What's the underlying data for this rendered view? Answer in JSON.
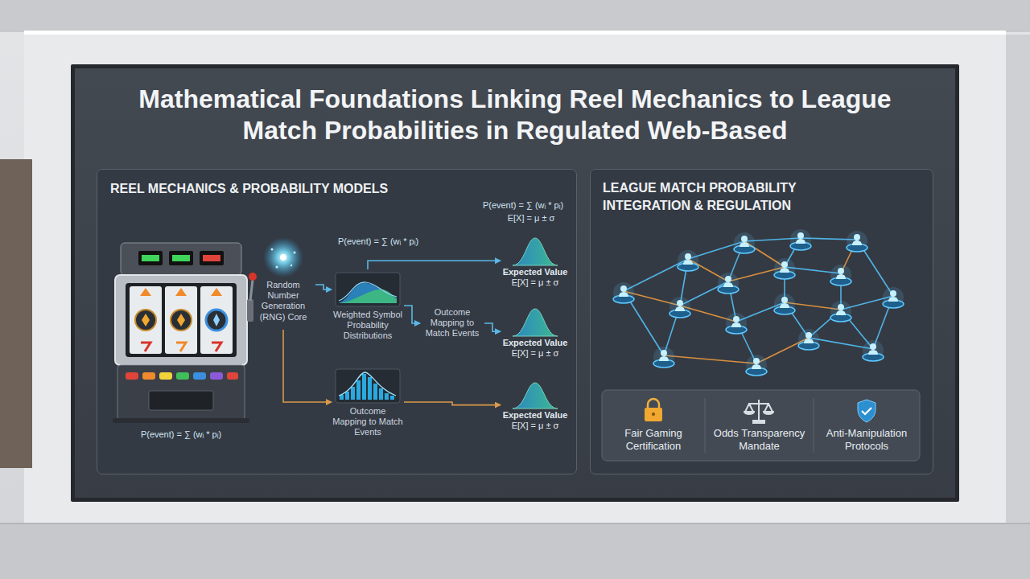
{
  "diagram": {
    "title": "Mathematical Foundations Linking Reel Mechanics to League Match Probabilities in Regulated Web-Based",
    "nodes": [
      {
        "text": [
          "REEL MECHANICS & PROBABILITY MODELS"
        ]
      },
      {
        "text": [
          "LEAGUE MATCH PROBABILITY INTEGRATION & REGULATION"
        ]
      },
      {
        "text": [
          "Random Number Generation (RNG) Core"
        ],
        "in": 0
      },
      {
        "text": [
          "Weighted Symbol Probability Distributions"
        ],
        "in": 0
      },
      {
        "text": [
          "Outcome Mapping to Match Events"
        ],
        "in": 0
      },
      {
        "text": [
          "Outcome Mapping to Match Events"
        ],
        "in": 0
      },
      {
        "text": [
          "Expected Value",
          "E[X] = μ ± σ"
        ],
        "in": 0
      },
      {
        "text": [
          "Expected Value",
          "E[X] = μ ± σ"
        ],
        "in": 0
      },
      {
        "text": [
          "Expected Value",
          "E[X] = μ ± σ"
        ],
        "in": 0
      },
      {
        "text": [
          "Fair Gaming Certification"
        ],
        "in": 1
      },
      {
        "text": [
          "Odds Transparency Mandate"
        ],
        "in": 1
      },
      {
        "text": [
          "Anti-Manipulation Protocols"
        ],
        "in": 1
      }
    ],
    "edges": [
      {
        "from": 2,
        "to": 3,
        "arrow": "to"
      },
      {
        "from": 2,
        "to": 4,
        "arrow": "to"
      },
      {
        "from": 3,
        "to": 5,
        "arrow": "to"
      },
      {
        "from": 3,
        "to": 6,
        "arrow": "to"
      },
      {
        "from": 5,
        "to": 7,
        "arrow": "to"
      },
      {
        "from": 4,
        "to": 8,
        "arrow": "to"
      }
    ],
    "labels": [
      "P(event) = ∑ (wᵢ * pᵢ)",
      "E[X] = μ ± σ",
      "P(event) = ∑ (wᵢ * pᵢ)",
      "P(event) = ∑ (wᵢ * pᵢ)"
    ]
  }
}
